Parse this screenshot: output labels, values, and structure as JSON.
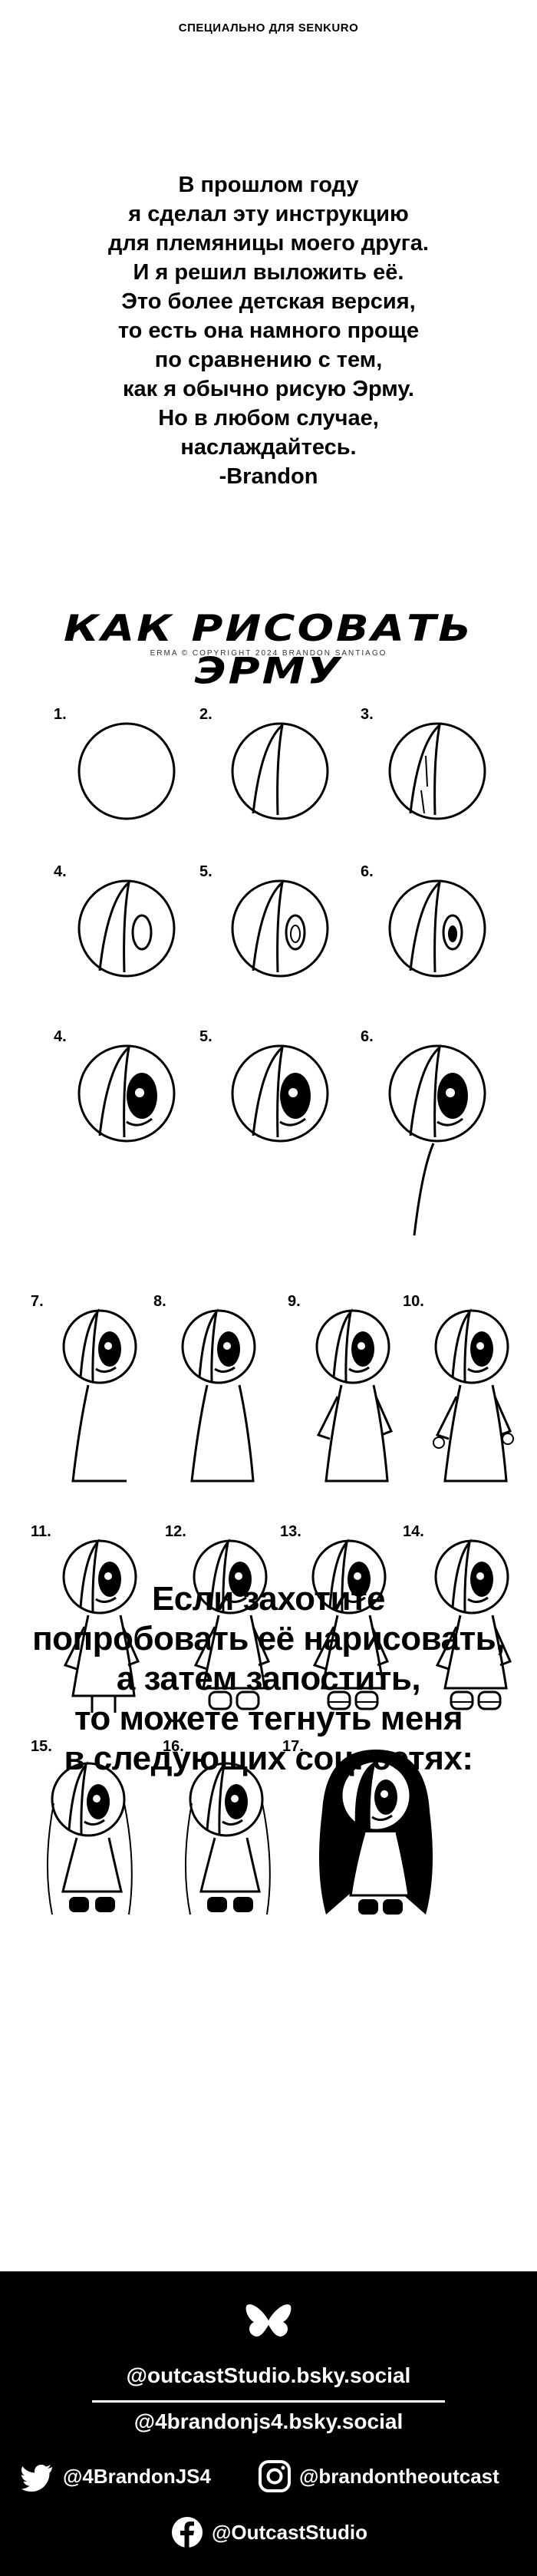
{
  "header": {
    "credit": "СПЕЦИАЛЬНО ДЛЯ SENKURO"
  },
  "intro": {
    "lines": [
      "В прошлом году",
      "я сделал эту инструкцию",
      "для племяницы моего друга.",
      "И я решил выложить её.",
      "Это более детская версия,",
      "то есть она намного проще",
      "по сравнению с тем,",
      "как я обычно рисую Эрму.",
      "Но в любом случае,",
      "наслаждайтесь.",
      "-Brandon"
    ]
  },
  "guide": {
    "title": "КАК РИСОВАТЬ ЭРМУ",
    "copyright": "ERMA © COPYRIGHT 2024 BRANDON SANTIAGO",
    "steps": [
      "1.",
      "2.",
      "3.",
      "4.",
      "5.",
      "6.",
      "4.",
      "5.",
      "6.",
      "7.",
      "8.",
      "9.",
      "10.",
      "11.",
      "12.",
      "13.",
      "14.",
      "15.",
      "16.",
      "17."
    ]
  },
  "outro": {
    "lines": [
      "Если захотите",
      "попробовать её нарисовать,",
      "а затем запостить,",
      "то можете тегнуть меня",
      "в следующих соц. сетях:"
    ]
  },
  "social": {
    "bsky_outcast": "@outcastStudio.bsky.social",
    "bsky_brandon": "@4brandonjs4.bsky.social",
    "twitter": "@4BrandonJS4",
    "instagram": "@brandontheoutcast",
    "facebook": "@OutcastStudio",
    "icons": [
      "butterfly-icon",
      "twitter-bird-icon",
      "instagram-icon",
      "facebook-icon"
    ]
  }
}
